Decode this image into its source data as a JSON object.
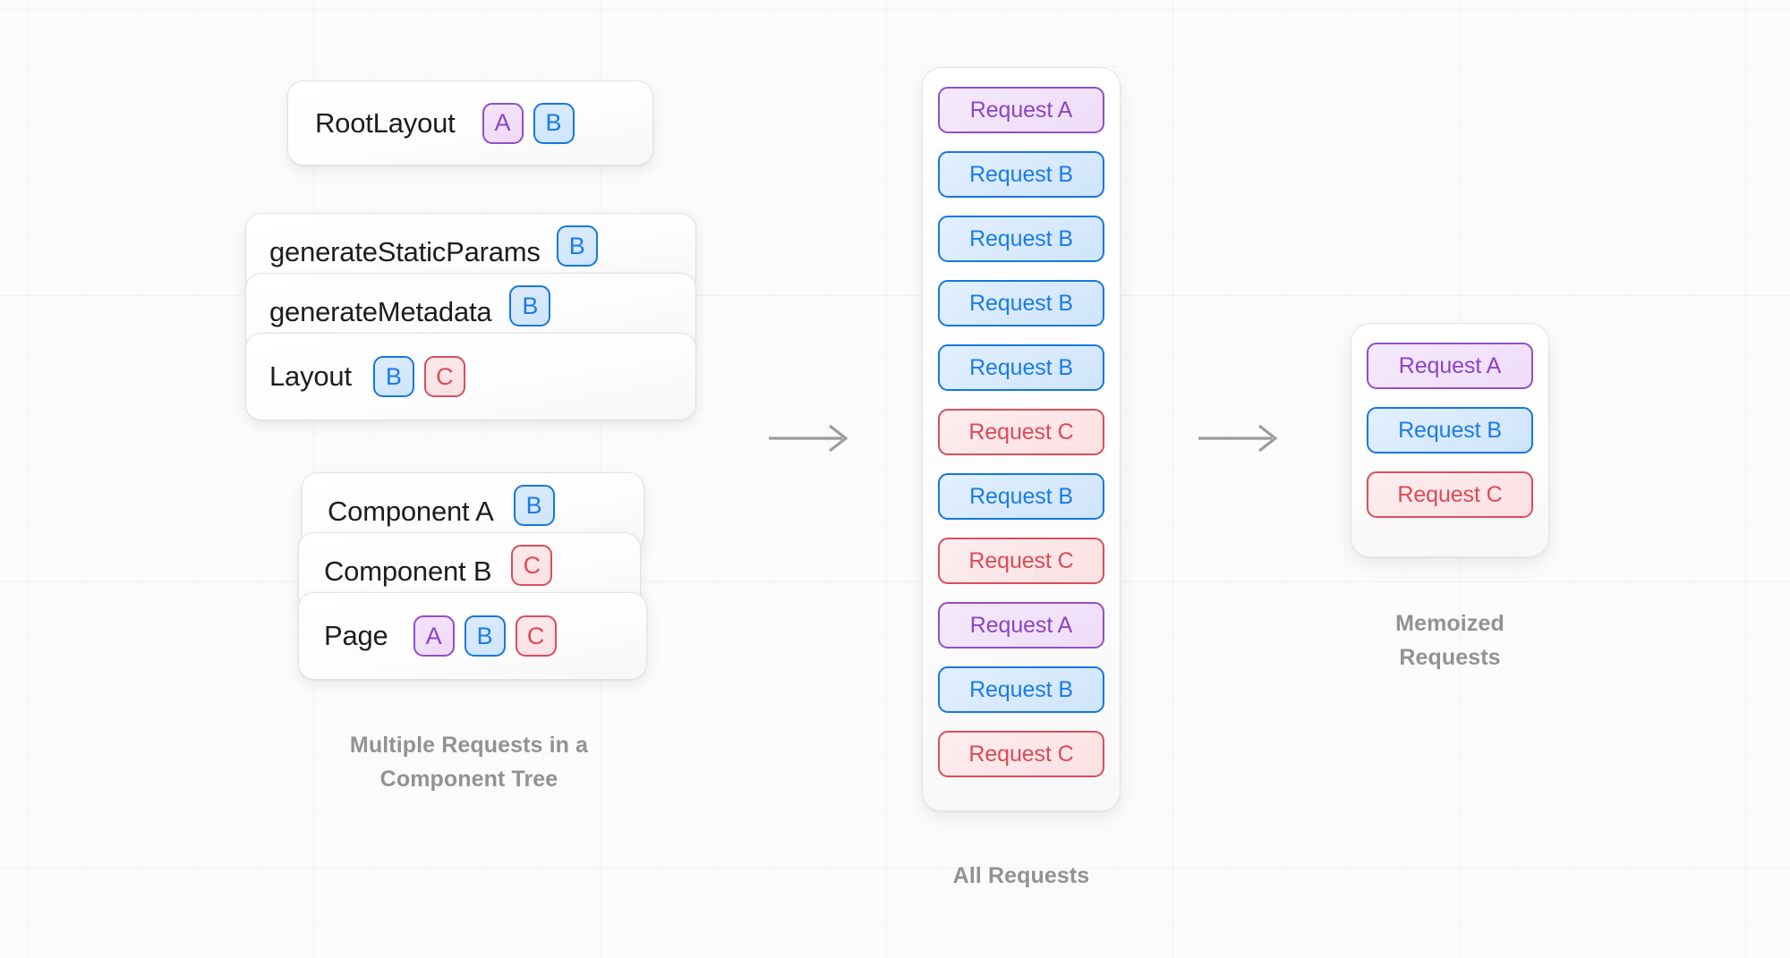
{
  "diagram": {
    "title_hidden": "",
    "background_color": "#fbfbfb",
    "colors": {
      "purple_border": "#8f4fc9",
      "purple_text": "#8b45c4",
      "purple_fill": "#f1dff8",
      "blue_border": "#1578e0",
      "blue_text": "#1a7ce8",
      "blue_fill": "#d5e8fc",
      "red_border": "#da4e5b",
      "red_text": "#dc4a57",
      "red_fill": "#fbe5e7",
      "caption_gray": "#929295",
      "card_text": "#1d1d20",
      "arrow_gray": "#9c9c9f"
    }
  },
  "component_tree": {
    "caption": "Multiple Requests in a\nComponent Tree",
    "root_card": {
      "label": "RootLayout",
      "badges": [
        "A",
        "B"
      ]
    },
    "stack_one": [
      {
        "label": "generateStaticParams",
        "badges": [
          "B"
        ]
      },
      {
        "label": "generateMetadata",
        "badges": [
          "B"
        ]
      },
      {
        "label": "Layout",
        "badges": [
          "B",
          "C"
        ]
      }
    ],
    "stack_two": [
      {
        "label": "Component A",
        "badges": [
          "B"
        ]
      },
      {
        "label": "Component B",
        "badges": [
          "C"
        ]
      },
      {
        "label": "Page",
        "badges": [
          "A",
          "B",
          "C"
        ]
      }
    ]
  },
  "all_requests": {
    "caption": "All  Requests",
    "items": [
      "Request A",
      "Request B",
      "Request B",
      "Request B",
      "Request B",
      "Request C",
      "Request B",
      "Request C",
      "Request A",
      "Request B",
      "Request C"
    ],
    "kinds": [
      "A",
      "B",
      "B",
      "B",
      "B",
      "C",
      "B",
      "C",
      "A",
      "B",
      "C"
    ]
  },
  "memoized_requests": {
    "caption": "Memoized\nRequests",
    "items": [
      "Request A",
      "Request B",
      "Request C"
    ],
    "kinds": [
      "A",
      "B",
      "C"
    ]
  },
  "arrows": {
    "first": "arrow-right",
    "second": "arrow-right"
  }
}
